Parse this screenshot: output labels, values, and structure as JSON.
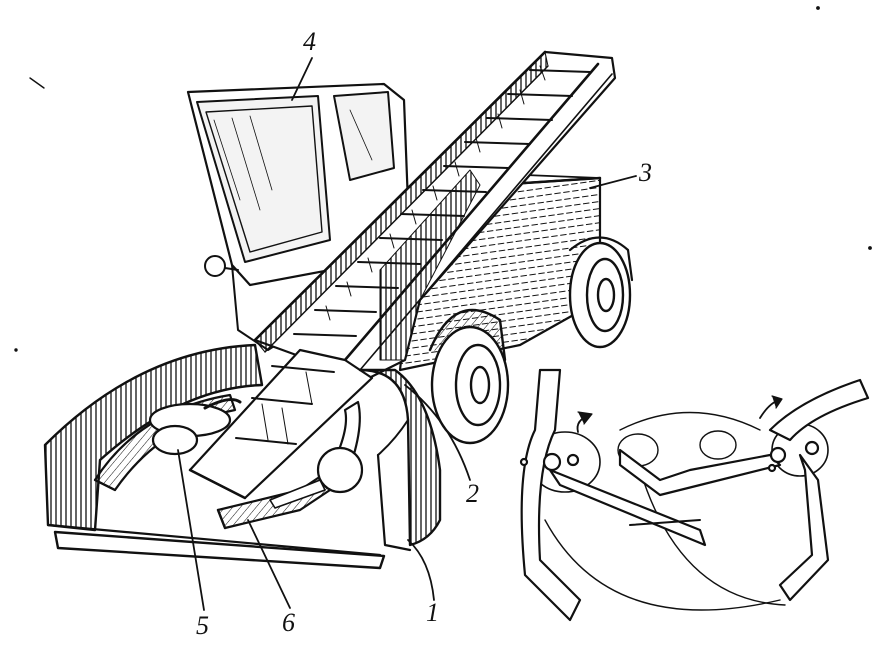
{
  "callouts": {
    "n1": "1",
    "n2": "2",
    "n3": "3",
    "n4": "4",
    "n5": "5",
    "n6": "6"
  },
  "colors": {
    "ink": "#111111",
    "paper": "#ffffff",
    "glass": "#f3f3f3"
  }
}
